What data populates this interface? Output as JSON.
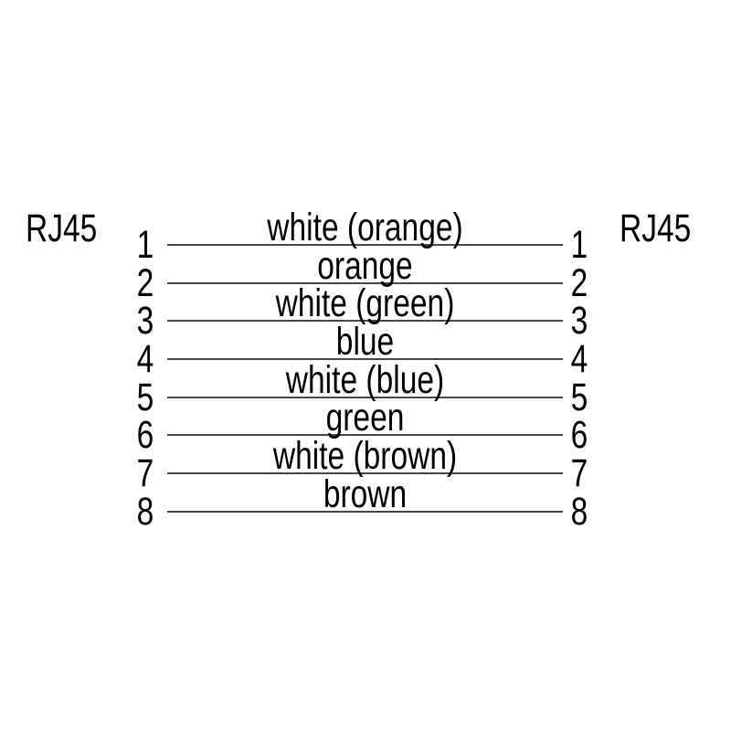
{
  "diagram": {
    "connector_left": "RJ45",
    "connector_right": "RJ45",
    "rows": [
      {
        "left_pin": "1",
        "right_pin": "1",
        "color": "white (orange)"
      },
      {
        "left_pin": "2",
        "right_pin": "2",
        "color": "orange"
      },
      {
        "left_pin": "3",
        "right_pin": "3",
        "color": "white (green)"
      },
      {
        "left_pin": "4",
        "right_pin": "4",
        "color": "blue"
      },
      {
        "left_pin": "5",
        "right_pin": "5",
        "color": "white (blue)"
      },
      {
        "left_pin": "6",
        "right_pin": "6",
        "color": "green"
      },
      {
        "left_pin": "7",
        "right_pin": "7",
        "color": "white (brown)"
      },
      {
        "left_pin": "8",
        "right_pin": "8",
        "color": "brown"
      }
    ],
    "colors": {
      "background": "#ffffff",
      "text": "#000000",
      "line": "#474747"
    }
  }
}
